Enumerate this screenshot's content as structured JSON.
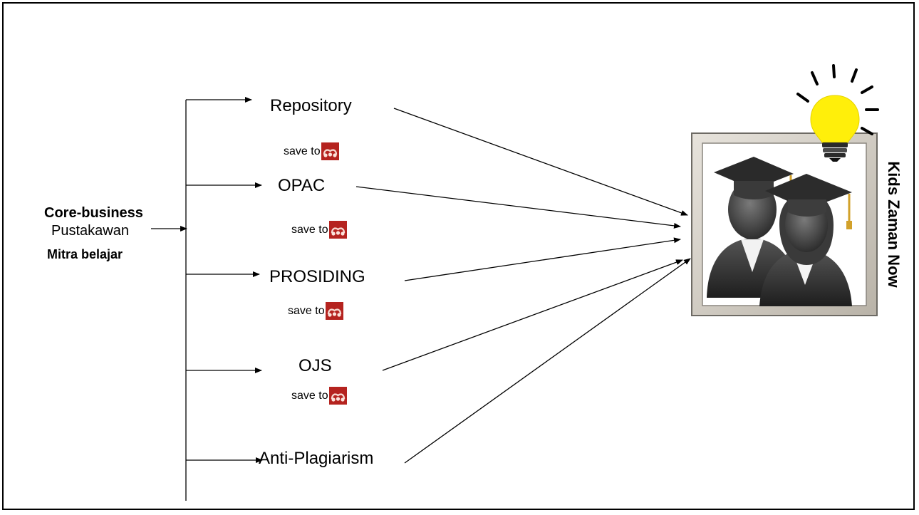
{
  "left": {
    "line1": "Core-business",
    "line2": "Pustakawan",
    "line3": "Mitra belajar"
  },
  "nodes": {
    "repository": "Repository",
    "opac": "OPAC",
    "prosiding": "PROSIDING",
    "ojs": "OJS",
    "anti_plagiarism": "Anti-Plagiarism"
  },
  "save_to": "save to",
  "save_logo_icon": "mendeley-icon",
  "target": {
    "title": "Kids Zaman Now",
    "image_icon": "graduates-icon",
    "idea_icon": "lightbulb-icon"
  },
  "colors": {
    "logo_red": "#b5231f",
    "bulb_yellow": "#ffef0a",
    "frame_gray": "#c9c4bb"
  }
}
